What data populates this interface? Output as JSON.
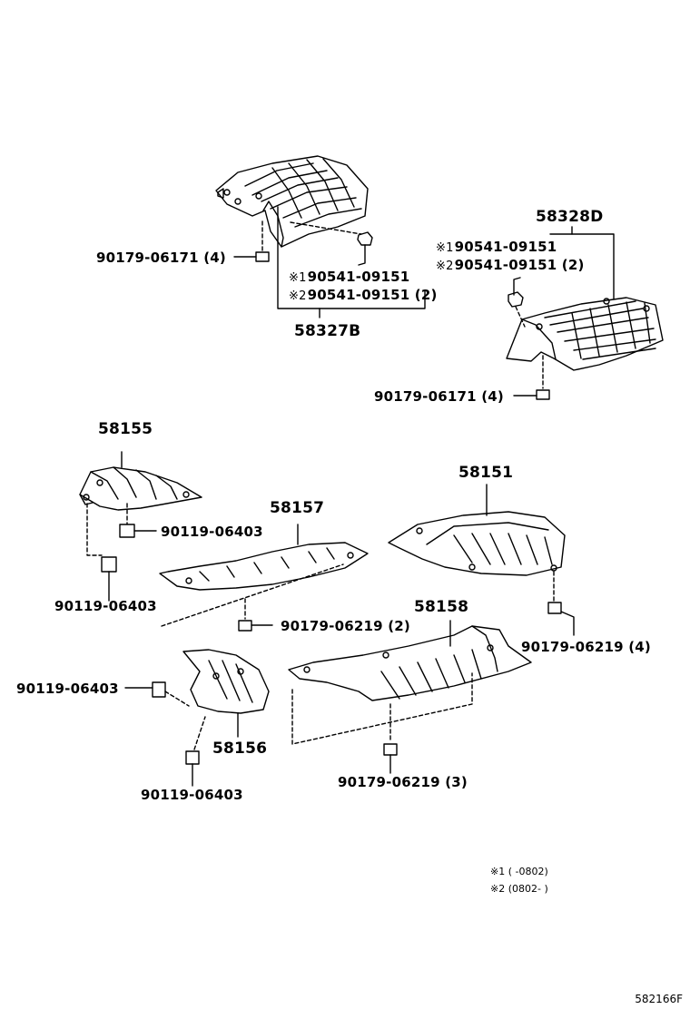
{
  "parts": {
    "p58327B": "58327B",
    "p58328D": "58328D",
    "p58155": "58155",
    "p58151": "58151",
    "p58157": "58157",
    "p58158": "58158",
    "p58156": "58156"
  },
  "fasteners": {
    "f_90179_06171_a": "90179-06171 (4)",
    "f_90179_06171_b": "90179-06171 (4)",
    "f_90541_09151_1a": "90541-09151",
    "f_90541_09151_2a": "90541-09151 (2)",
    "f_90541_09151_1b": "90541-09151",
    "f_90541_09151_2b": "90541-09151 (2)",
    "f_90119_06403_a": "90119-06403",
    "f_90119_06403_b": "90119-06403",
    "f_90119_06403_c": "90119-06403",
    "f_90119_06403_d": "90119-06403",
    "f_90179_06219_2": "90179-06219 (2)",
    "f_90179_06219_4": "90179-06219 (4)",
    "f_90179_06219_3": "90179-06219 (3)"
  },
  "marks": {
    "m1": "※1",
    "m2": "※2"
  },
  "notes": {
    "note1": "※1 (    -0802)",
    "note2": "※2 (0802-    )"
  },
  "diagram_code": "582166F"
}
